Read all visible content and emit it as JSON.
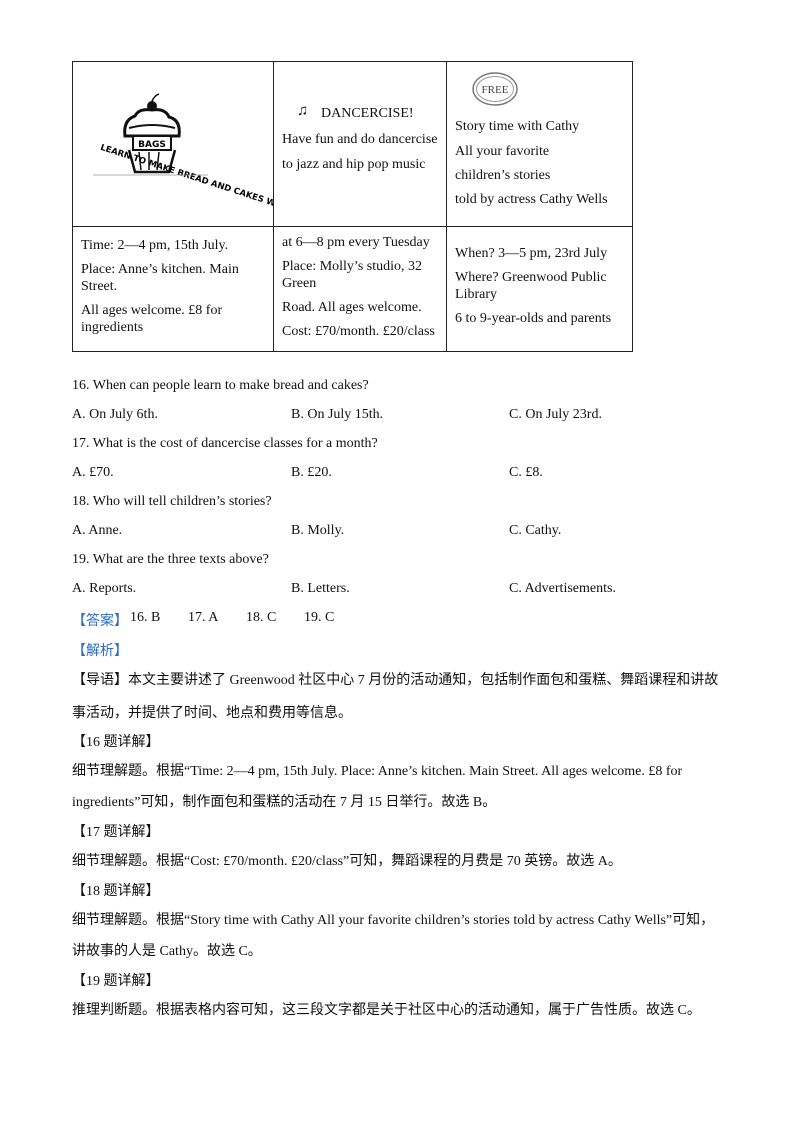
{
  "table": {
    "cell_bakery": {
      "logo_text_top": "BAGS",
      "logo_text": "LEARN TO MAKE BREAD AND CAKES WITH ANNE"
    },
    "cell_dance": {
      "title": "DANCERCISE!",
      "line1": "Have fun and do dancercise",
      "line2": "to jazz and hip pop music"
    },
    "cell_story": {
      "badge": "FREE",
      "line1": "Story time with Cathy",
      "line2": "All your favorite",
      "line3": "children’s stories",
      "line4": "told by actress Cathy Wells"
    },
    "info_bakery": {
      "time": "Time: 2—4 pm, 15th July.",
      "place": "Place: Anne’s kitchen. Main Street.",
      "ages": "All ages welcome. £8 for ingredients"
    },
    "info_dance": {
      "time": "at 6—8 pm every Tuesday",
      "place": "Place: Molly’s studio, 32 Green",
      "road": "Road. All ages welcome.",
      "cost": "Cost: £70/month. £20/class"
    },
    "info_story": {
      "when": "When? 3—5 pm, 23rd July",
      "where": "Where? Greenwood Public Library",
      "ages": "6 to 9-year-olds and parents"
    }
  },
  "questions": [
    {
      "stem": "16.  When can people learn to make bread and cakes?",
      "a": "A.  On July 6th.",
      "b": "B.  On July 15th.",
      "c": "C.  On July 23rd."
    },
    {
      "stem": "17.  What is the cost of dancercise classes for a month?",
      "a": "A.  £70.",
      "b": "B.  £20.",
      "c": "C.  £8."
    },
    {
      "stem": "18.  Who will tell children’s stories?",
      "a": "A.  Anne.",
      "b": "B.  Molly.",
      "c": "C.  Cathy."
    },
    {
      "stem": "19.  What are the three texts above?",
      "a": "A.  Reports.",
      "b": "B.  Letters.",
      "c": "C.  Advertisements."
    }
  ],
  "answer": {
    "label": "【答案】",
    "a16": "16. B",
    "a17": "17. A",
    "a18": "18. C",
    "a19": "19. C"
  },
  "analysis_label": "【解析】",
  "guide": {
    "line1": "【导语】本文主要讲述了 Greenwood 社区中心 7 月份的活动通知，包括制作面包和蛋糕、舞蹈课程和讲故",
    "line2": "事活动，并提供了时间、地点和费用等信息。"
  },
  "details": [
    {
      "head": "【16 题详解】",
      "lines": [
        "细节理解题。根据“Time: 2—4 pm, 15th July. Place: Anne’s kitchen. Main Street. All ages welcome. £8 for",
        "ingredients”可知，制作面包和蛋糕的活动在 7 月 15 日举行。故选 B。"
      ]
    },
    {
      "head": "【17 题详解】",
      "lines": [
        "细节理解题。根据“Cost: £70/month. £20/class”可知，舞蹈课程的月费是 70 英镑。故选 A。"
      ]
    },
    {
      "head": "【18 题详解】",
      "lines": [
        "细节理解题。根据“Story time with Cathy All your favorite children’s stories told by actress Cathy Wells”可知，",
        "讲故事的人是 Cathy。故选 C。"
      ]
    },
    {
      "head": "【19 题详解】",
      "lines": [
        "推理判断题。根据表格内容可知，这三段文字都是关于社区中心的活动通知，属于广告性质。故选 C。"
      ]
    }
  ]
}
